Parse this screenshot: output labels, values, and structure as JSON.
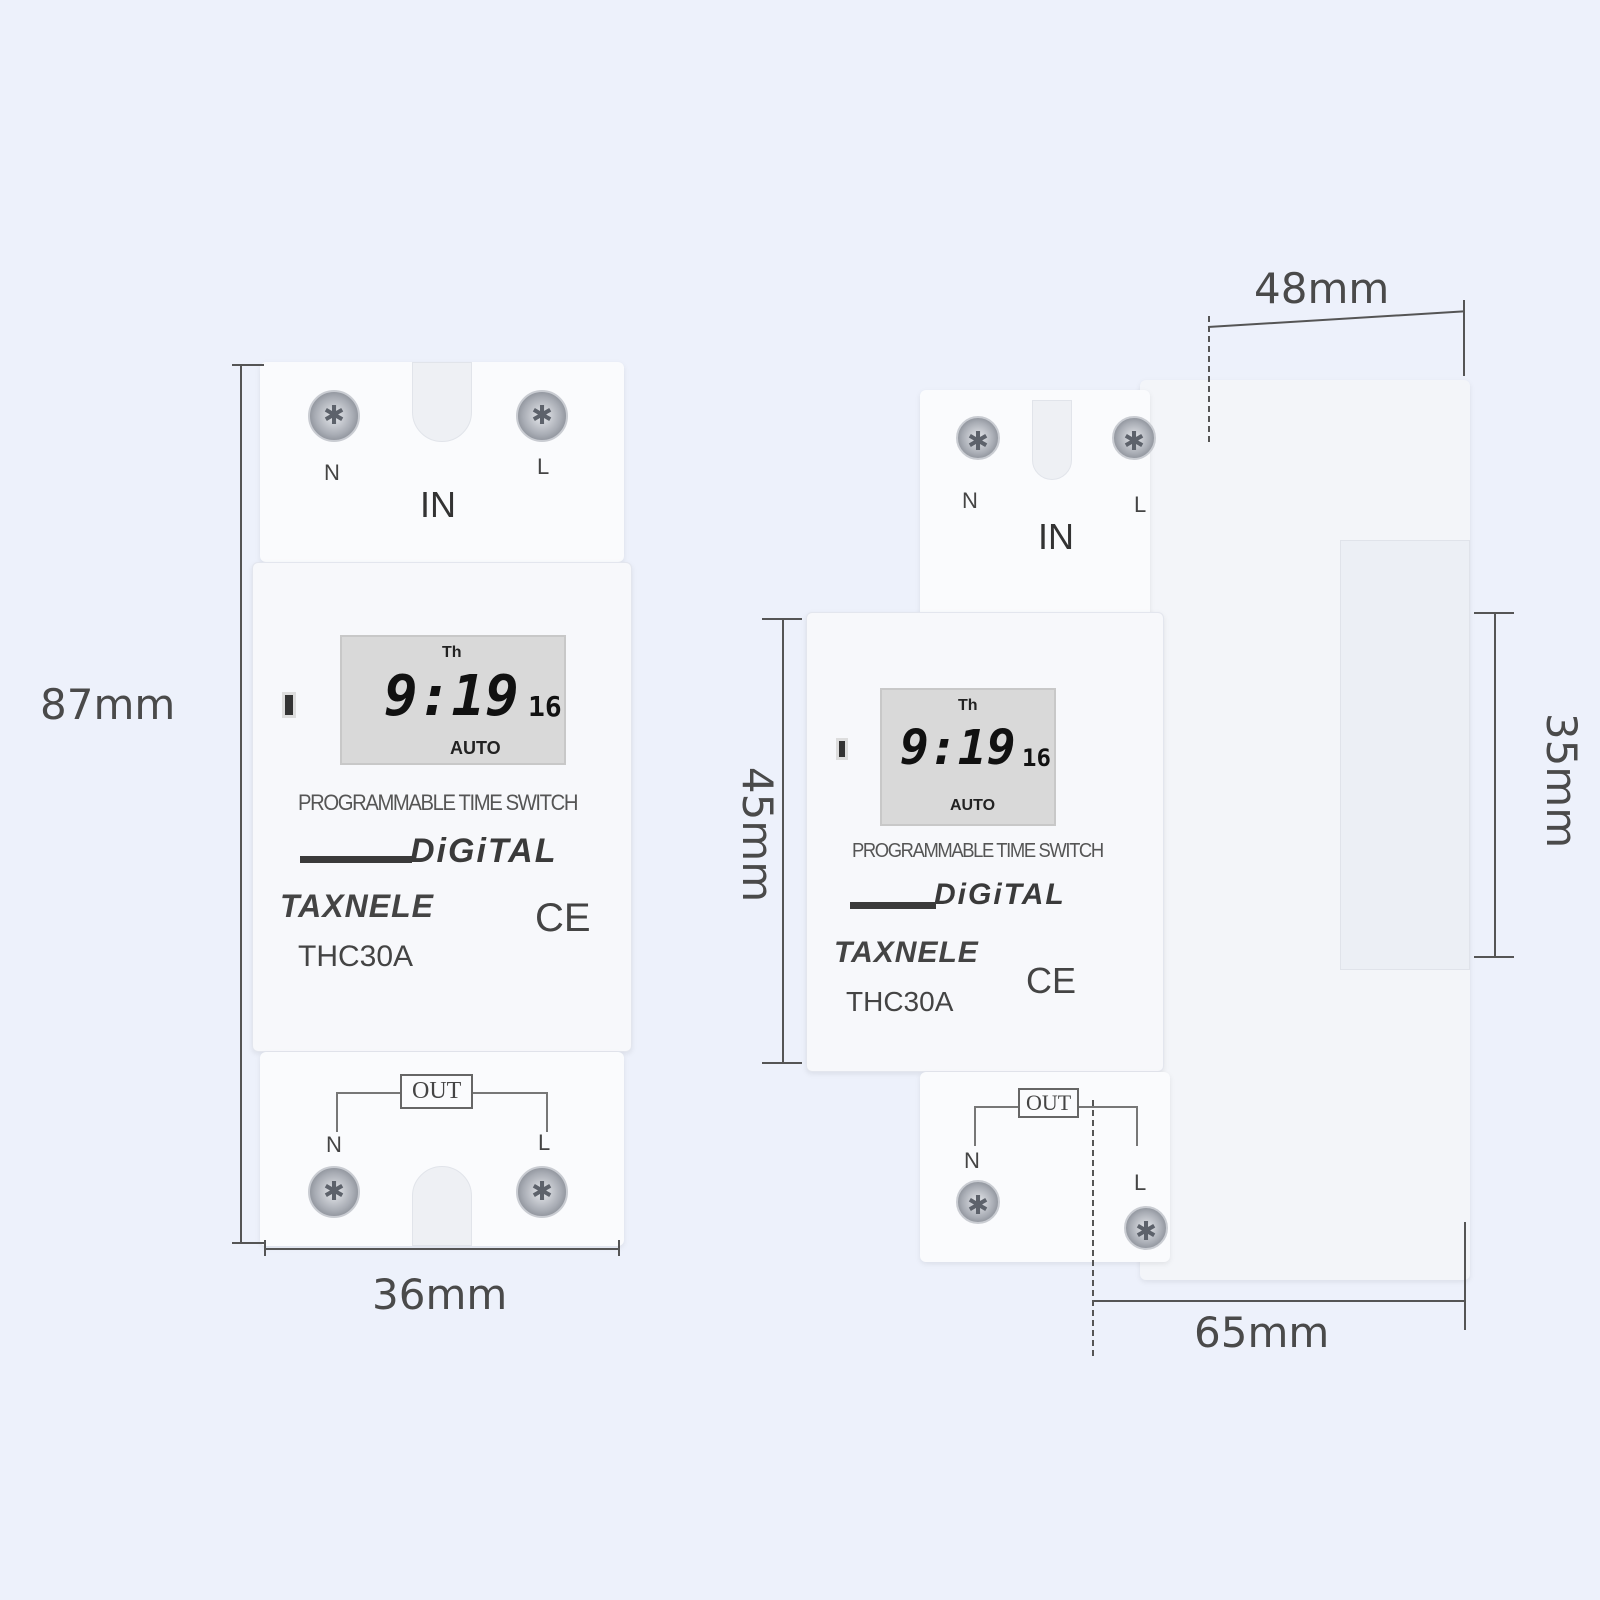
{
  "dimensions": {
    "height": "87mm",
    "width": "36mm",
    "depth_top": "48mm",
    "front_height": "45mm",
    "rail_height": "35mm",
    "depth": "65mm"
  },
  "device": {
    "input_label": "IN",
    "output_label": "OUT",
    "terminal_n": "N",
    "terminal_l": "L",
    "lcd": {
      "day": "Th",
      "time": "9:19",
      "seconds": "16",
      "mode": "AUTO"
    },
    "product_type": "PROGRAMMABLE TIME SWITCH",
    "digital_label": "DiGiTAL",
    "brand": "TAXNELE",
    "model": "THC30A",
    "certification": "CE"
  },
  "colors": {
    "background": "#edf1fb",
    "lcd": "#d9d9d9",
    "housing": "#fafbfd"
  }
}
